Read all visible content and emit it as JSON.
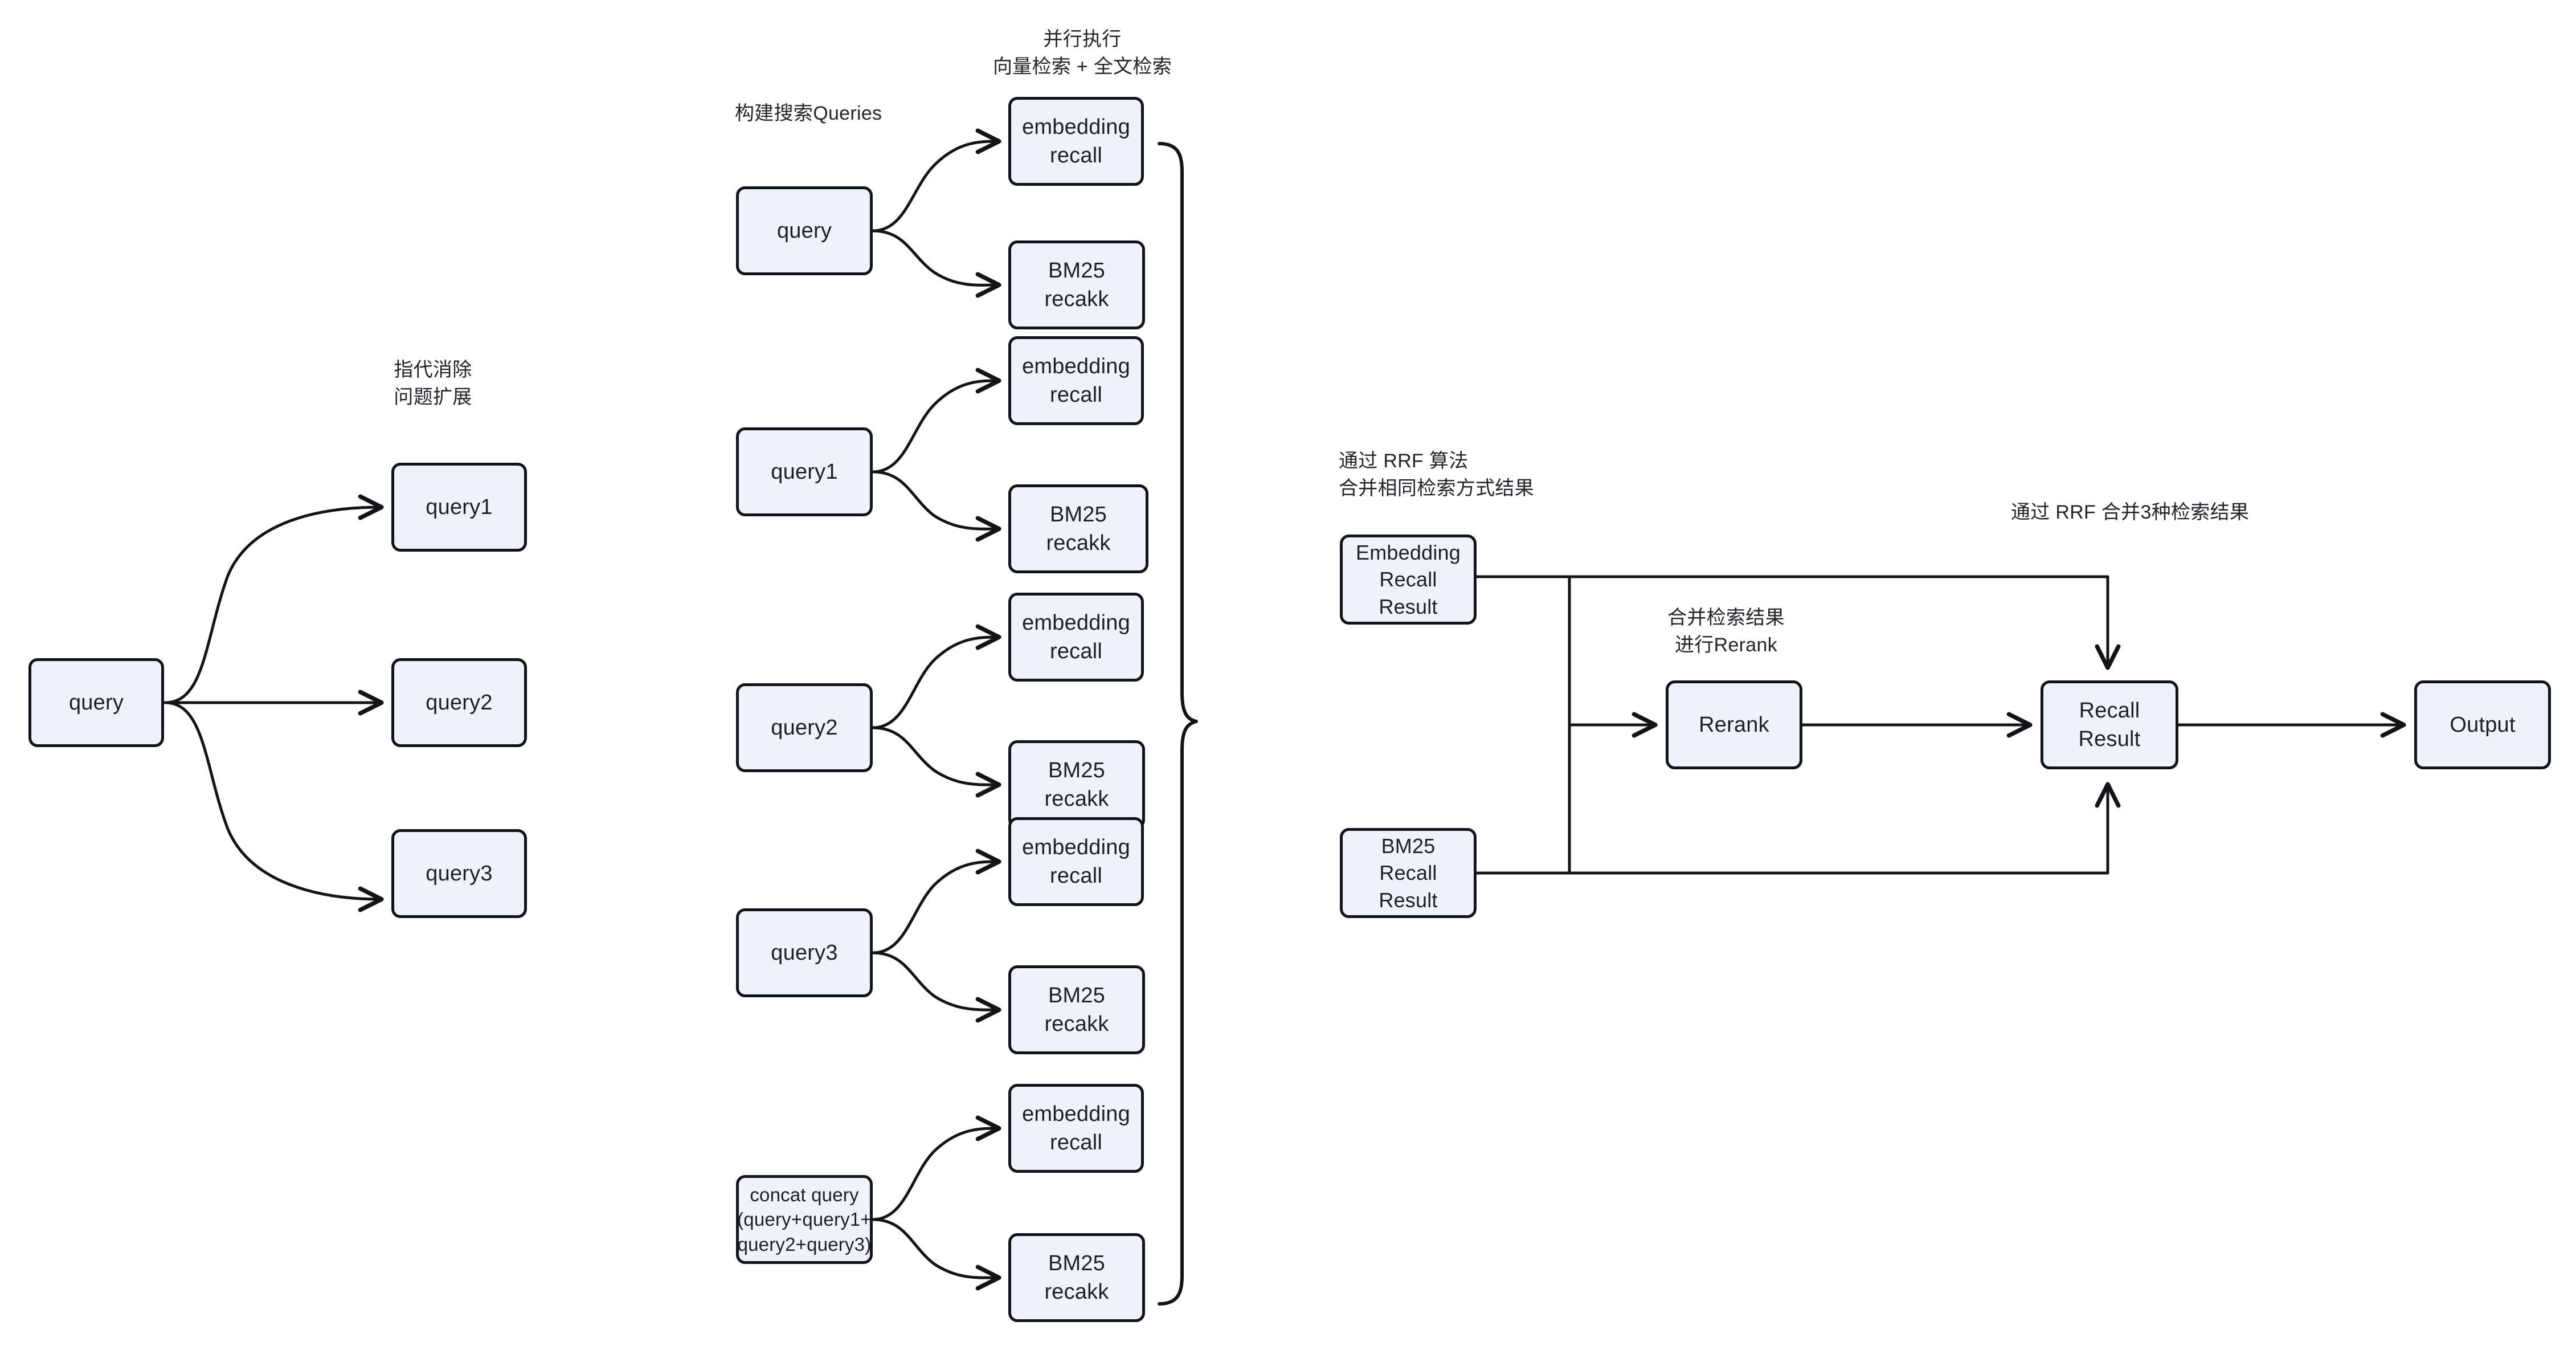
{
  "diagram": {
    "title": "RAG hybrid retrieval pipeline",
    "colors": {
      "node_fill": "#eef2fb",
      "node_stroke": "#12141a",
      "text": "#1c2029",
      "background": "#ffffff"
    },
    "captions": {
      "coref_expand": "指代消除\n问题扩展",
      "build_queries": "构建搜索Queries",
      "parallel_exec": "并行执行\n向量检索 + 全文检索",
      "rrf_same_method": "通过 RRF 算法\n合并相同检索方式结果",
      "merge_rerank": "合并检索结果\n进行Rerank",
      "rrf_three": "通过 RRF 合并3种检索结果"
    },
    "nodes": {
      "source_query": "query",
      "expanded": [
        {
          "id": "query1",
          "label": "query1"
        },
        {
          "id": "query2",
          "label": "query2"
        },
        {
          "id": "query3",
          "label": "query3"
        }
      ],
      "search_queries": [
        {
          "id": "sq-query",
          "label": "query"
        },
        {
          "id": "sq-query1",
          "label": "query1"
        },
        {
          "id": "sq-query2",
          "label": "query2"
        },
        {
          "id": "sq-query3",
          "label": "query3"
        },
        {
          "id": "sq-concat",
          "label": "concat query\n(query+query1+\nquery2+query3)"
        }
      ],
      "recall_ops": [
        {
          "id": "emb-0",
          "label": "embedding\nrecall"
        },
        {
          "id": "bm25-0",
          "label": "BM25\nrecakk"
        },
        {
          "id": "emb-1",
          "label": "embedding\nrecall"
        },
        {
          "id": "bm25-1",
          "label": "BM25\nrecakk"
        },
        {
          "id": "emb-2",
          "label": "embedding\nrecall"
        },
        {
          "id": "bm25-2",
          "label": "BM25\nrecakk"
        },
        {
          "id": "emb-3",
          "label": "embedding\nrecall"
        },
        {
          "id": "bm25-3",
          "label": "BM25\nrecakk"
        },
        {
          "id": "emb-4",
          "label": "embedding\nrecall"
        },
        {
          "id": "bm25-4",
          "label": "BM25\nrecakk"
        }
      ],
      "embedding_recall_result": "Embedding\nRecall\nResult",
      "bm25_recall_result": "BM25\nRecall\nResult",
      "rerank": "Rerank",
      "recall_result": "Recall\nResult",
      "output": "Output"
    }
  }
}
